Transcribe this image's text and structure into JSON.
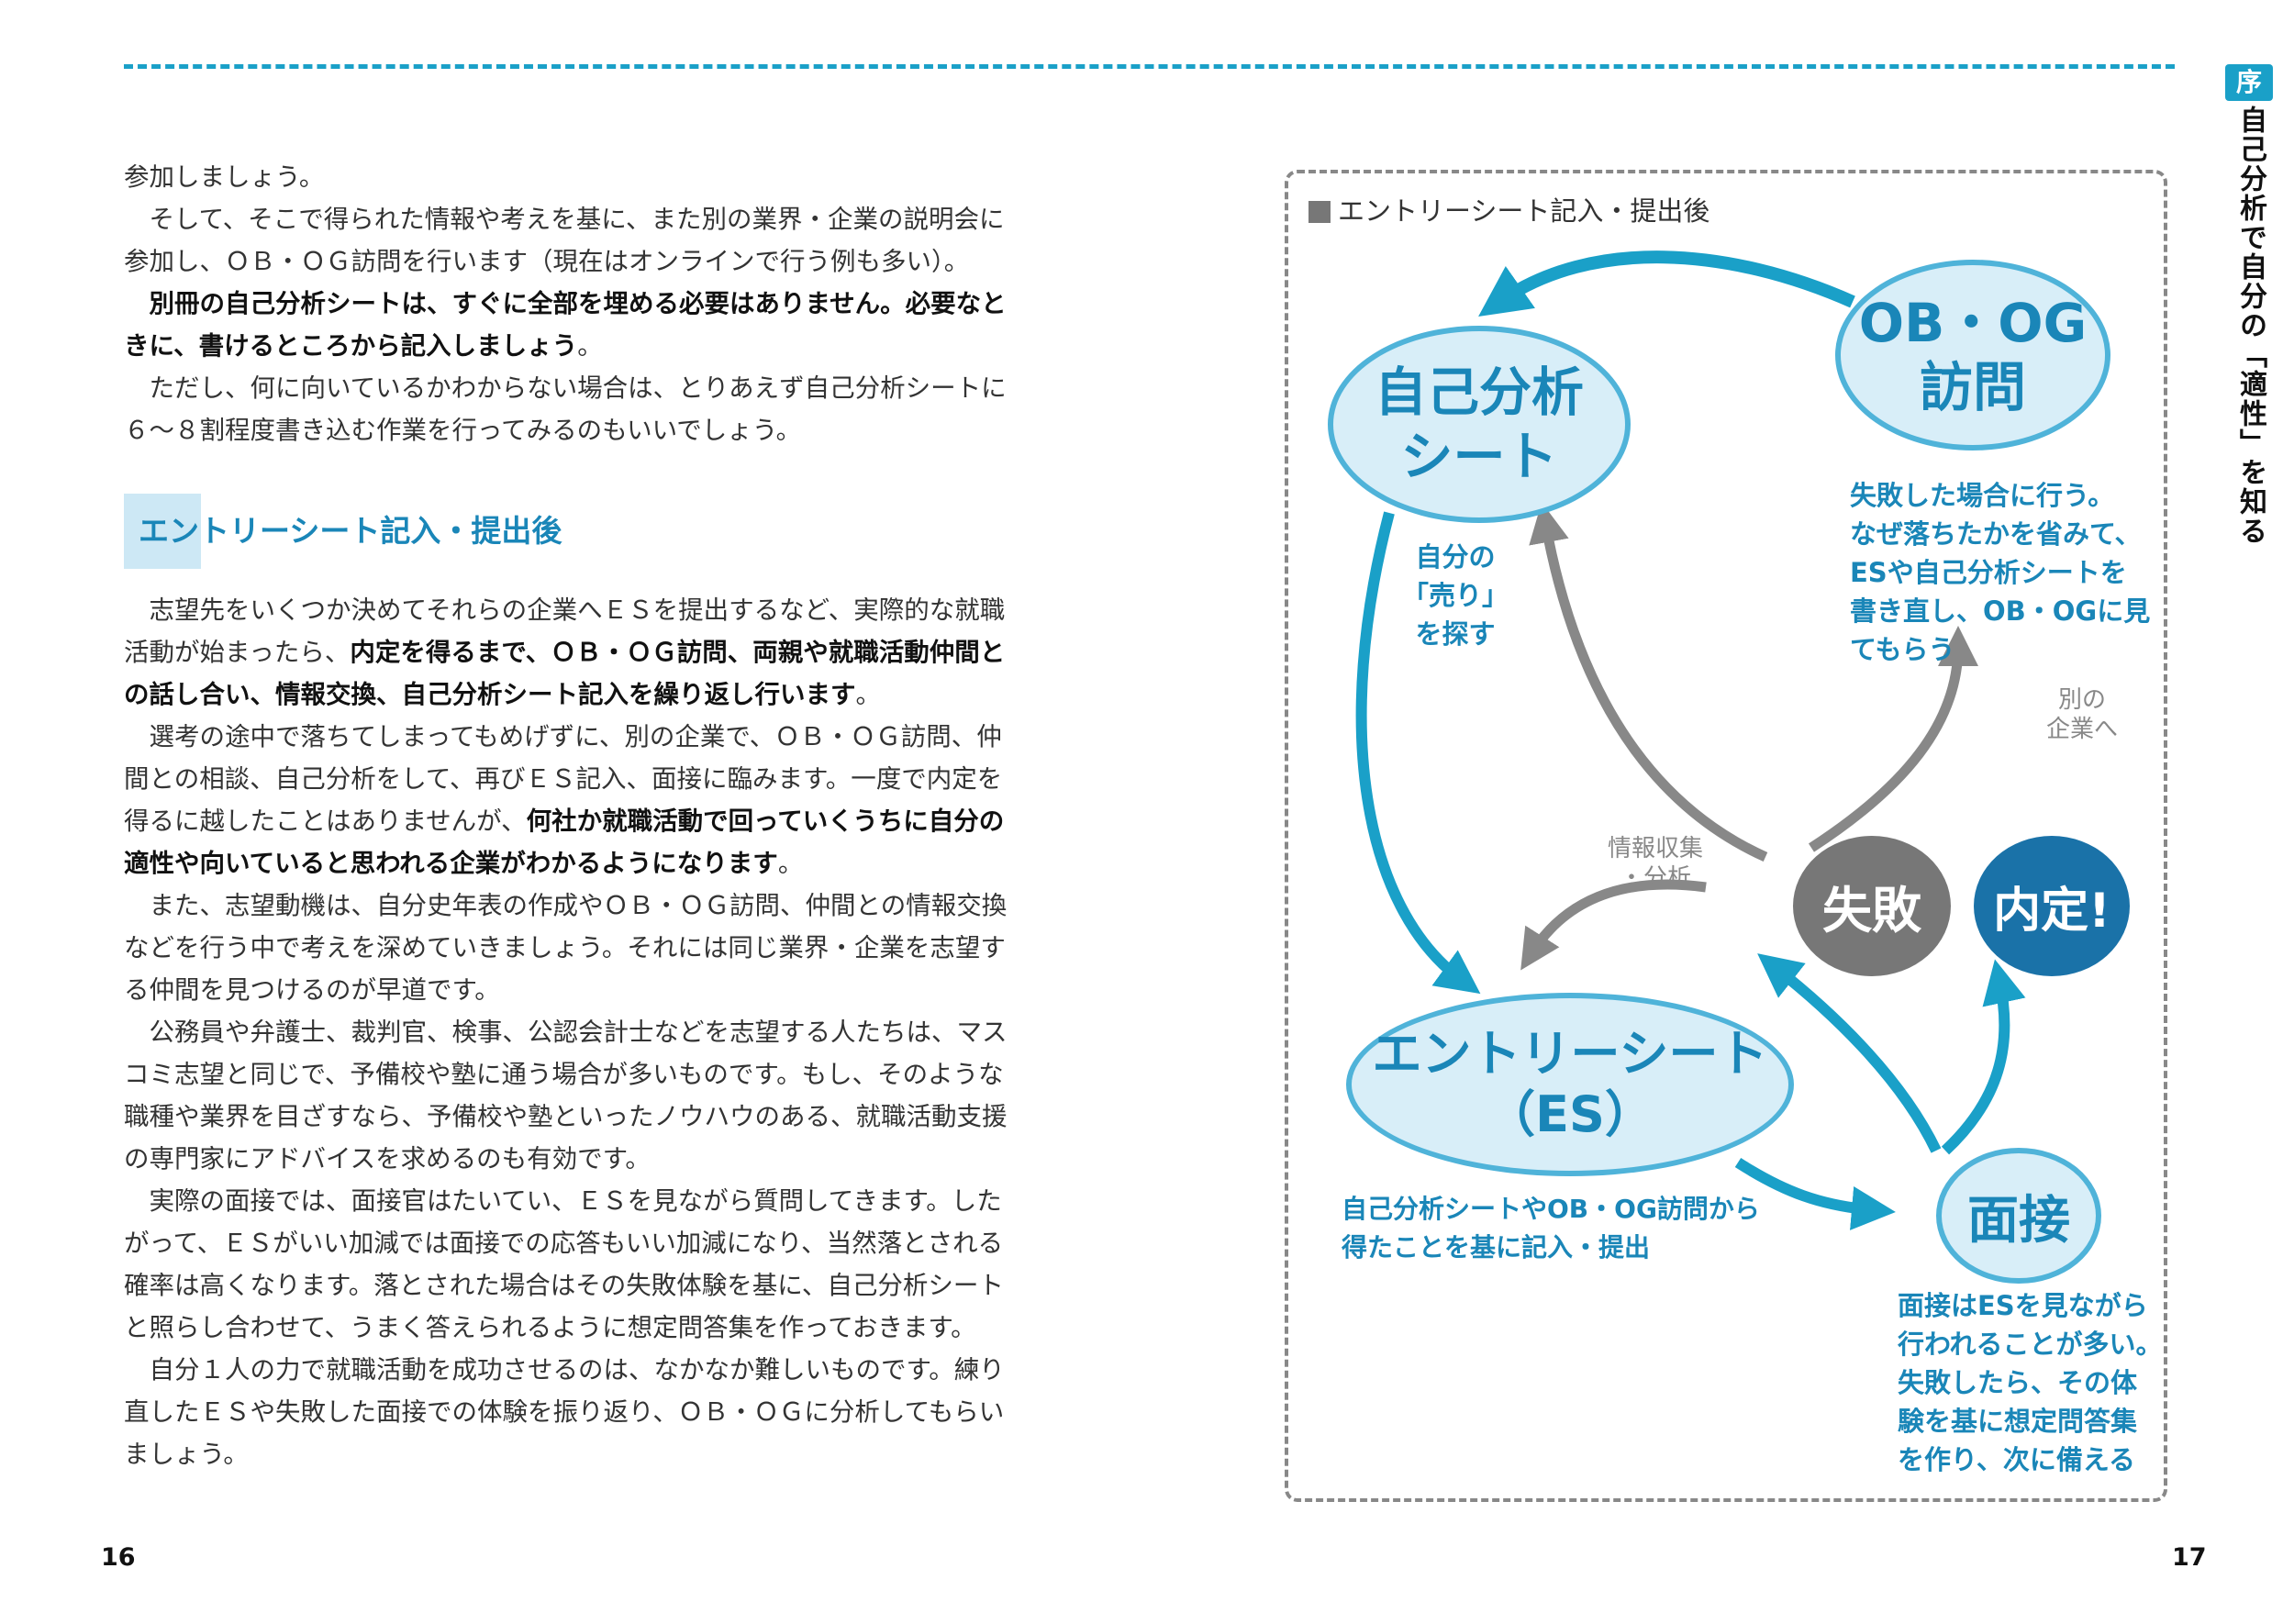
{
  "chapter": {
    "tab": "序",
    "title": "自己分析で自分の「適性」を知る"
  },
  "left_page": {
    "intro": [
      [
        {
          "t": "参加しましょう。"
        }
      ],
      [
        {
          "t": "そして、そこで得られた情報や考えを基に、また別の業界・企業の説明会に参加し、ＯＢ・ＯＧ訪問を行います（現在はオンラインで行う例も多い）。"
        }
      ],
      [
        {
          "t": "別冊の自己分析シートは、すぐに全部を埋める必要はありません。必要なときに、書けるところから記入しましょう",
          "b": true
        },
        {
          "t": "。"
        }
      ],
      [
        {
          "t": "ただし、何に向いているかわからない場合は、とりあえず自己分析シートに６〜８割程度書き込む作業を行ってみるのもいいでしょう。"
        }
      ]
    ],
    "section_title": "エントリーシート記入・提出後",
    "paragraphs": [
      [
        {
          "t": "志望先をいくつか決めてそれらの企業へＥＳを提出するなど、実際的な就職活動が始まったら、"
        },
        {
          "t": "内定を得るまで、ＯＢ・ＯＧ訪問、両親や就職活動仲間との話し合い、情報交換、自己分析シート記入を繰り返し行います",
          "b": true
        },
        {
          "t": "。"
        }
      ],
      [
        {
          "t": "選考の途中で落ちてしまってもめげずに、別の企業で、ＯＢ・ＯＧ訪問、仲間との相談、自己分析をして、再びＥＳ記入、面接に臨みます。一度で内定を得るに越したことはありませんが、"
        },
        {
          "t": "何社か就職活動で回っていくうちに自分の適性や向いていると思われる企業がわかるようになります",
          "b": true
        },
        {
          "t": "。"
        }
      ],
      [
        {
          "t": "また、志望動機は、自分史年表の作成やＯＢ・ＯＧ訪問、仲間との情報交換などを行う中で考えを深めていきましょう。それには同じ業界・企業を志望する仲間を見つけるのが早道です。"
        }
      ],
      [
        {
          "t": "公務員や弁護士、裁判官、検事、公認会計士などを志望する人たちは、マスコミ志望と同じで、予備校や塾に通う場合が多いものです。もし、そのような職種や業界を目ざすなら、予備校や塾といったノウハウのある、就職活動支援の専門家にアドバイスを求めるのも有効です。"
        }
      ],
      [
        {
          "t": "実際の面接では、面接官はたいてい、ＥＳを見ながら質問してきます。したがって、ＥＳがいい加減では面接での応答もいい加減になり、当然落とされる確率は高くなります。落とされた場合はその失敗体験を基に、自己分析シートと照らし合わせて、うまく答えられるように想定問答集を作っておきます。"
        }
      ],
      [
        {
          "t": "自分１人の力で就職活動を成功させるのは、なかなか難しいものです。練り直したＥＳや失敗した面接での体験を振り返り、ＯＢ・ＯＧに分析してもらいましょう。"
        }
      ]
    ],
    "page_number": "16"
  },
  "right_page": {
    "page_number": "17",
    "diagram": {
      "title": "エントリーシート記入・提出後",
      "nodes": {
        "self_analysis": [
          "自己分析",
          "シート"
        ],
        "obog": [
          "OB・OG",
          "訪問"
        ],
        "entry_sheet": [
          "エントリーシート",
          "（ES）"
        ],
        "failure": "失敗",
        "offer": "内定!",
        "interview": "面接"
      },
      "notes": {
        "self_analysis": [
          "自分の",
          "「売り」",
          "を探す"
        ],
        "obog": [
          "失敗した場合に行う。",
          "なぜ落ちたかを省みて、",
          "ESや自己分析シートを",
          "書き直し、OB・OGに見",
          "てもらう"
        ],
        "entry_sheet": [
          "自己分析シートやOB・OG訪問から",
          "得たことを基に記入・提出"
        ],
        "interview": [
          "面接はESを見ながら",
          "行われることが多い。",
          "失敗したら、その体",
          "験を基に想定問答集",
          "を作り、次に備える"
        ],
        "another_company": [
          "別の",
          "企業へ"
        ],
        "info_gathering": [
          "情報収集",
          "・分析"
        ]
      },
      "colors": {
        "blue": "#1aa0c8",
        "grey": "#888888",
        "dark_blue": "#1a72a8"
      }
    }
  }
}
